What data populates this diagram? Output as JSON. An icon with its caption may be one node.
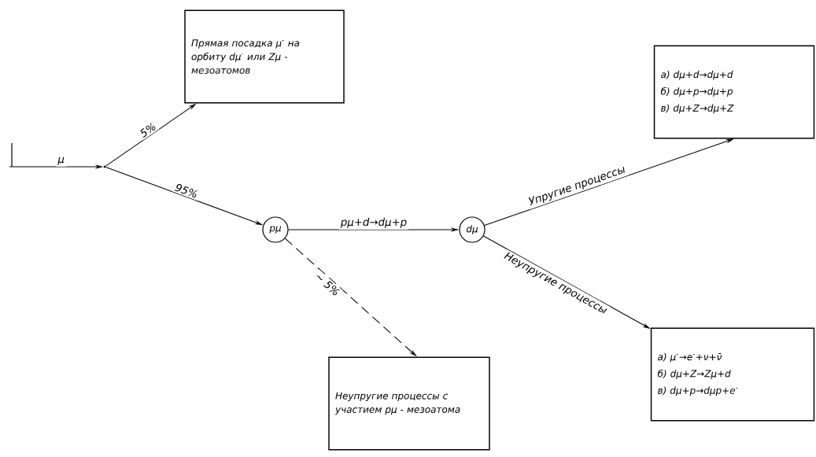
{
  "diagram": {
    "nodes": [
      {
        "text": [],
        "shape": "dot"
      },
      {
        "text": [
          "Прямая посадка μ$^{-}$ на орбиту dμ$^{-}$ или Zμ - мезоатомов"
        ]
      },
      {
        "text": [
          "pμ"
        ]
      },
      {
        "text": [
          "dμ"
        ]
      },
      {
        "text": [
          "а) dμ+d→dμ+d",
          "б) dμ+p→dμ+p",
          "в) dμ+Z→dμ+Z"
        ]
      },
      {
        "text": [
          "а) μ$^{-}$→e$^{-}$+ν+ν̄",
          "б) dμ+Z→Zμ+d",
          "в) dμ+p→dμp+e$^{-}$"
        ]
      },
      {
        "text": [
          "Неупругие процессы с участием pμ - мезоатома"
        ]
      }
    ],
    "edges": [
      {
        "from": null,
        "to": 0,
        "arrow": "to",
        "label": "μ"
      },
      {
        "from": 0,
        "to": 1,
        "arrow": "to",
        "label": "5%"
      },
      {
        "from": 0,
        "to": 2,
        "arrow": "to",
        "label": "95%"
      },
      {
        "from": 2,
        "to": 3,
        "arrow": "to",
        "label": "pμ+d→dμ+p"
      },
      {
        "from": 2,
        "to": 6,
        "arrow": "to",
        "label": "~ 5%",
        "style": "dashed"
      },
      {
        "from": 3,
        "to": 4,
        "arrow": "to",
        "label": "Упругие процессы"
      },
      {
        "from": 3,
        "to": 5,
        "arrow": "to",
        "label": "Неупругие процессы"
      }
    ]
  }
}
